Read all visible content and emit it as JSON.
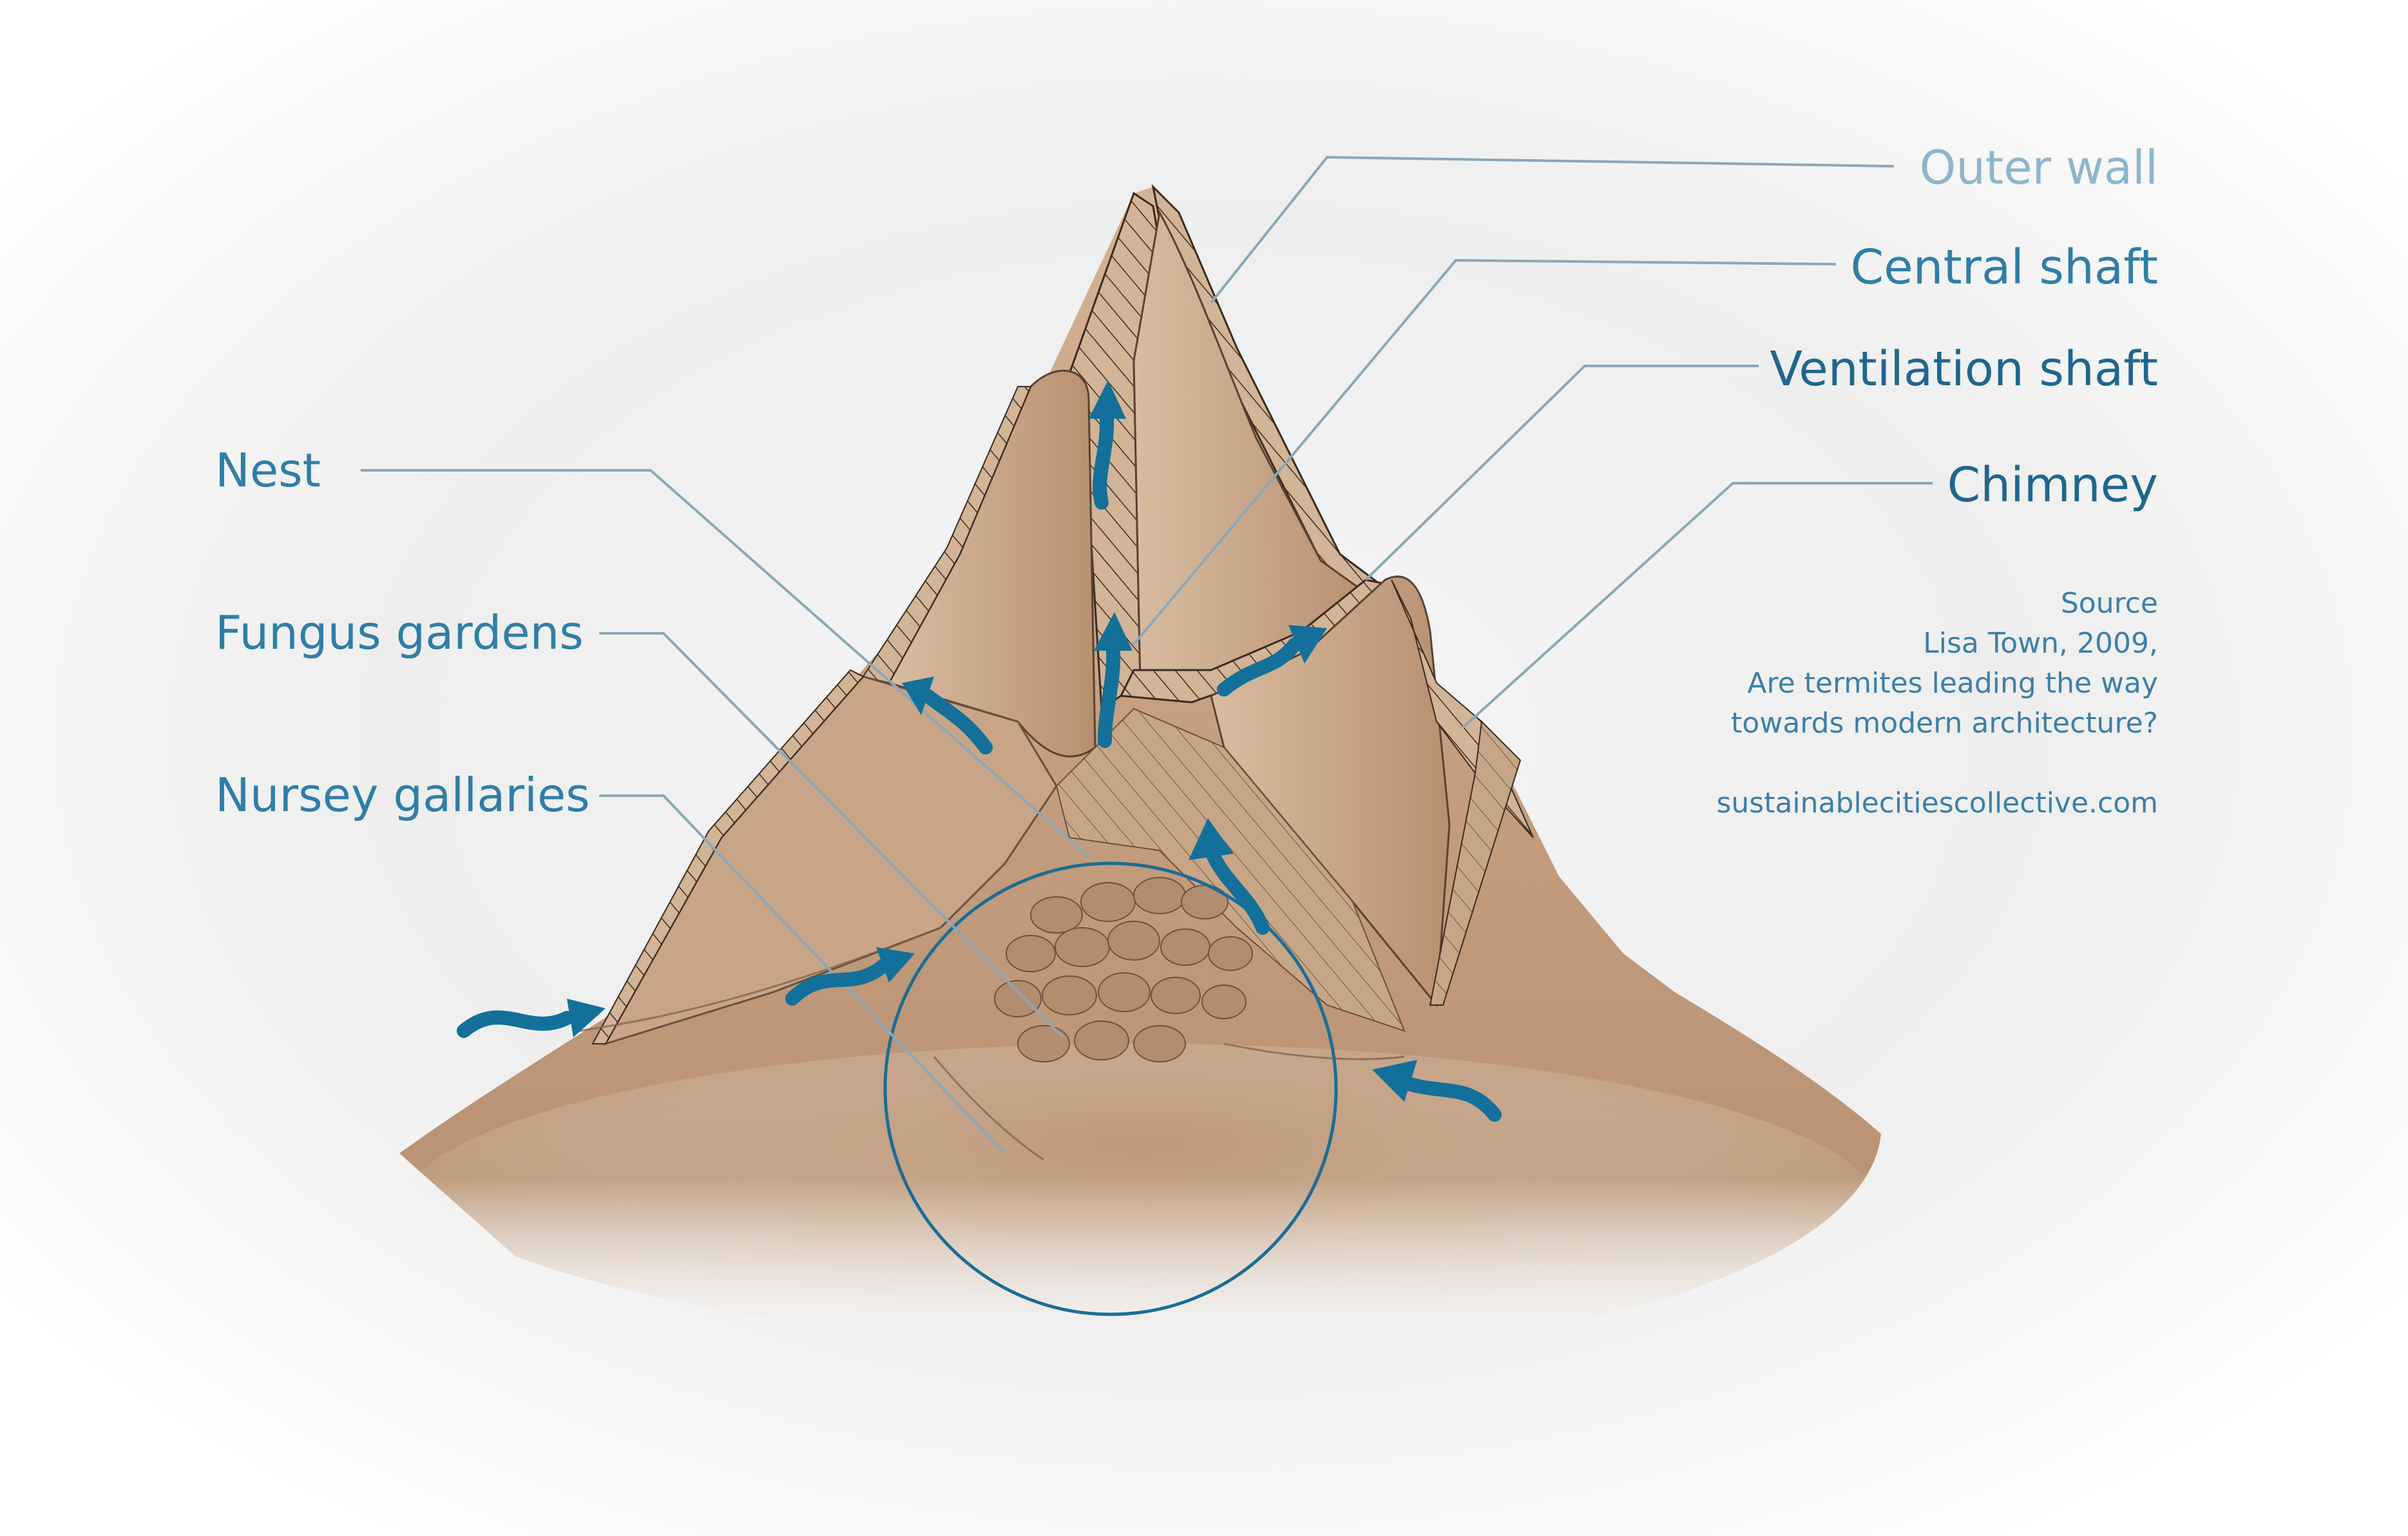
{
  "labels": {
    "outer_wall": "Outer wall",
    "central_shaft": "Central shaft",
    "ventilation_shaft": "Ventilation shaft",
    "chimney": "Chimney",
    "nest": "Nest",
    "fungus_gardens": "Fungus gardens",
    "nursery_galleries": "Nursey gallaries"
  },
  "source": {
    "heading": "Source",
    "line1": "Lisa Town, 2009,",
    "line2": "Are termites leading the way",
    "line3": "towards modern architecture?",
    "website": "sustainablecitiescollective.com"
  },
  "colors": {
    "label_text": "#2f7ea8",
    "leader_line": "#8aa8b8",
    "airflow_arrow": "#12709a",
    "mound_fill": "#c6a183",
    "mound_shadow": "#a98466"
  },
  "icons": {
    "airflow": "curved-arrow-icon"
  }
}
